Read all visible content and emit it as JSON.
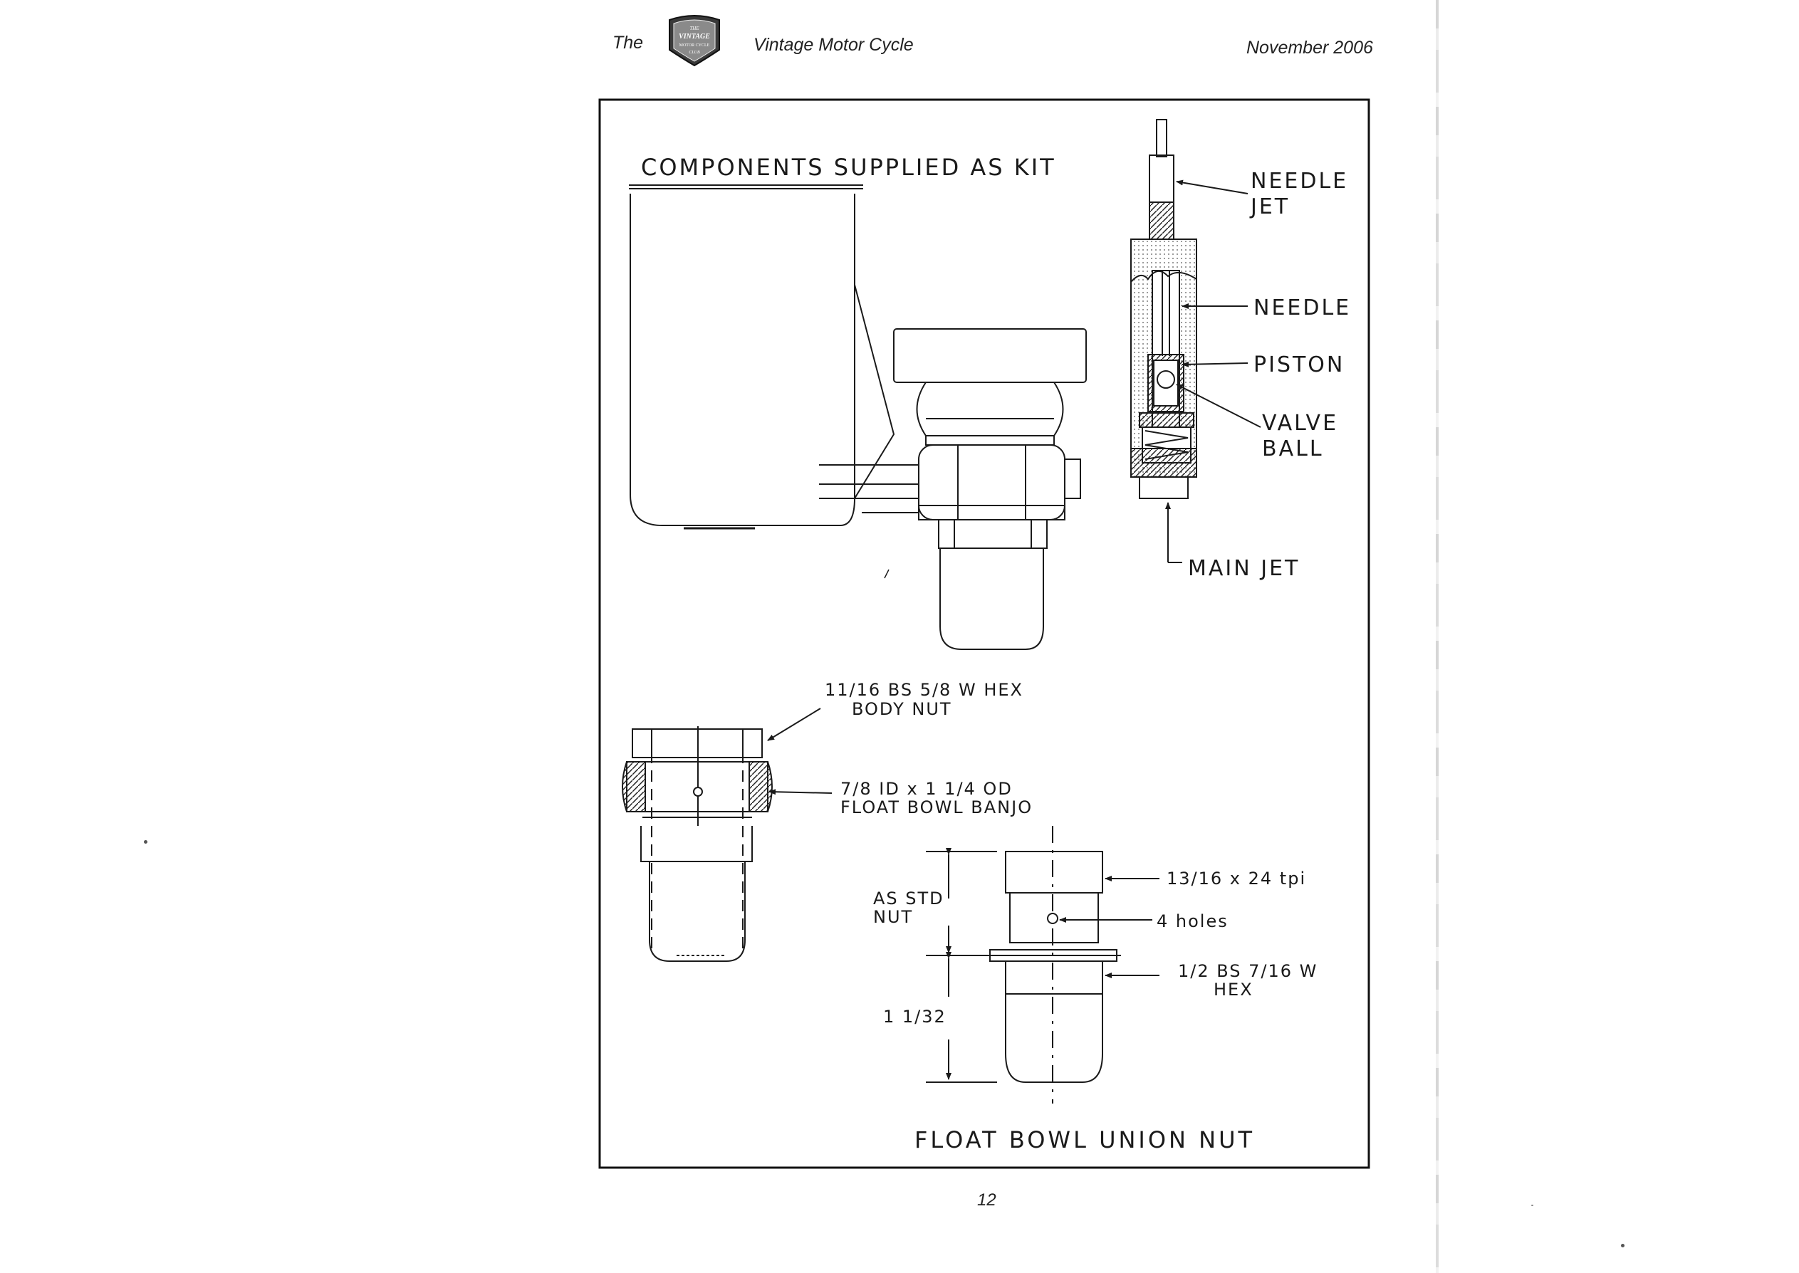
{
  "header": {
    "the": "The",
    "magazine": "Vintage Motor Cycle",
    "date": "November 2006",
    "logo_text": [
      "THE",
      "VINTAGE",
      "MOTOR CYCLE",
      "CLUB"
    ]
  },
  "figure": {
    "kit_title": "COMPONENTS SUPPLIED AS KIT",
    "needle_jet": [
      "NEEDLE",
      "JET"
    ],
    "needle": "NEEDLE",
    "piston": "PISTON",
    "valve_ball": [
      "VALVE",
      "BALL"
    ],
    "main_jet": "MAIN JET",
    "body_nut": [
      "11/16 BS 5/8 W HEX",
      "BODY NUT"
    ],
    "banjo": [
      "7/8 ID x 1 1/4 OD",
      "FLOAT BOWL BANJO"
    ],
    "as_std_nut": [
      "AS STD",
      "NUT"
    ],
    "dimension": "1 1/32",
    "thread": "13/16 x 24 tpi",
    "holes": "4 holes",
    "hex": [
      "1/2 BS 7/16 W",
      "HEX"
    ],
    "union_title": "FLOAT BOWL UNION NUT"
  },
  "footer": {
    "page_number": "12"
  }
}
